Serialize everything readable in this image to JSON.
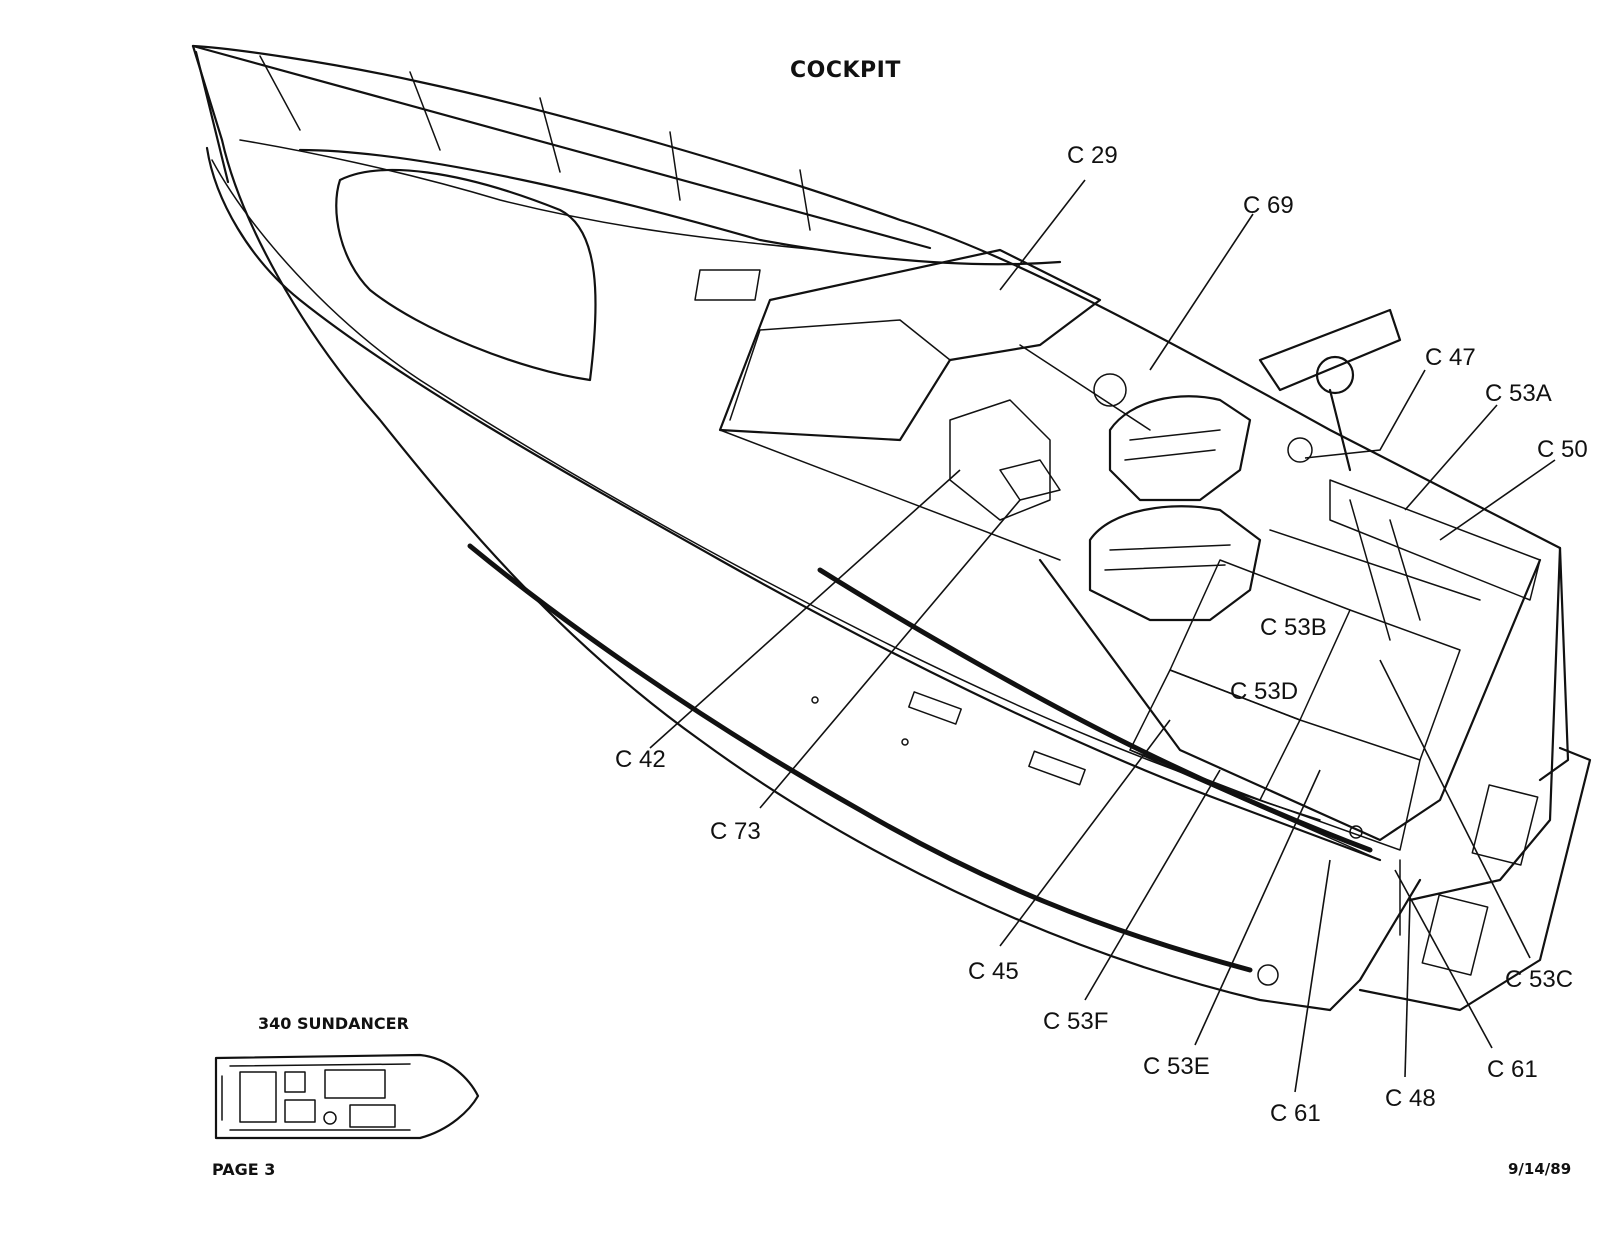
{
  "title": "COCKPIT",
  "callouts": [
    {
      "id": "c29",
      "label": "C 29"
    },
    {
      "id": "c69",
      "label": "C 69"
    },
    {
      "id": "c47",
      "label": "C 47"
    },
    {
      "id": "c53a",
      "label": "C 53A"
    },
    {
      "id": "c50",
      "label": "C 50"
    },
    {
      "id": "c53b",
      "label": "C 53B"
    },
    {
      "id": "c53d",
      "label": "C 53D"
    },
    {
      "id": "c42",
      "label": "C 42"
    },
    {
      "id": "c73",
      "label": "C 73"
    },
    {
      "id": "c45",
      "label": "C 45"
    },
    {
      "id": "c53f",
      "label": "C 53F"
    },
    {
      "id": "c53e",
      "label": "C 53E"
    },
    {
      "id": "c61a",
      "label": "C 61"
    },
    {
      "id": "c48",
      "label": "C 48"
    },
    {
      "id": "c61b",
      "label": "C 61"
    },
    {
      "id": "c53c",
      "label": "C 53C"
    }
  ],
  "footer": {
    "model": "340 SUNDANCER",
    "page": "PAGE 3",
    "date": "9/14/89"
  }
}
